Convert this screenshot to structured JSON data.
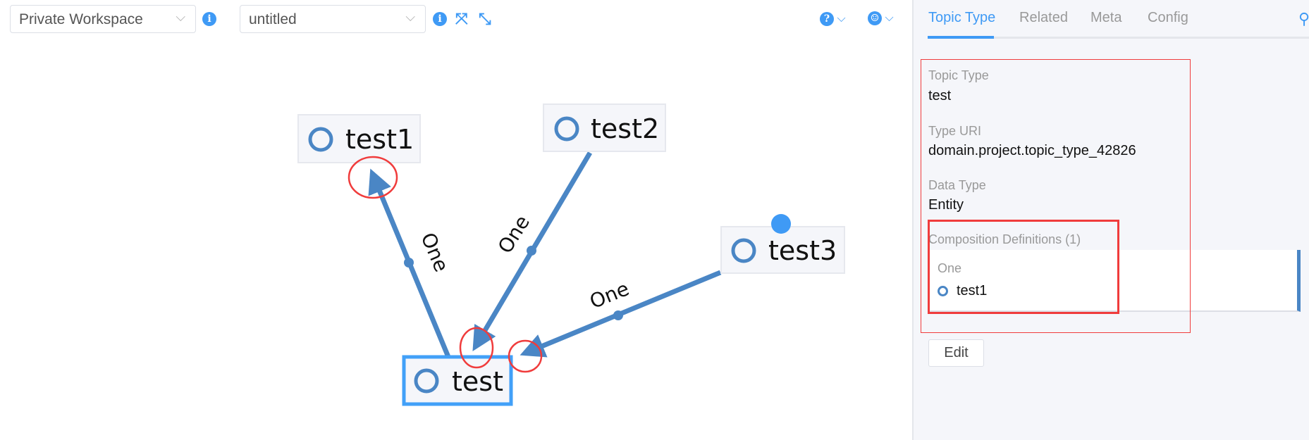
{
  "toolbar": {
    "workspace": "Private Workspace",
    "topicmap": "untitled"
  },
  "graph": {
    "nodes": [
      {
        "label": "test1"
      },
      {
        "label": "test2"
      },
      {
        "label": "test3"
      },
      {
        "label": "test"
      }
    ],
    "edges": [
      {
        "label": "One"
      },
      {
        "label": "One"
      },
      {
        "label": "One"
      }
    ]
  },
  "panel": {
    "tabs": [
      "Topic Type",
      "Related",
      "Meta",
      "Config"
    ],
    "topic_type_label": "Topic Type",
    "topic_type_value": "test",
    "type_uri_label": "Type URI",
    "type_uri_value": "domain.project.topic_type_42826",
    "data_type_label": "Data Type",
    "data_type_value": "Entity",
    "comp_label": "Composition Definitions (1)",
    "comp_card": {
      "card": "One",
      "topic": "test1"
    },
    "edit": "Edit"
  },
  "colors": {
    "accent": "#3f9af5",
    "edge": "#4a86c5",
    "annotation": "#f03c3c"
  }
}
